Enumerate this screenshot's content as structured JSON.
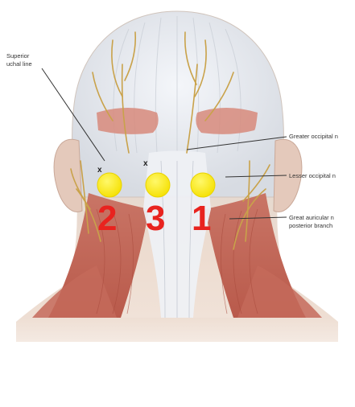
{
  "labels": {
    "superior_nuchal_line_1": "Superior",
    "superior_nuchal_line_2": "uchal line",
    "greater_occipital": "Greater occipital n",
    "lesser_occipital": "Lesser occipital n",
    "great_auricular_1": "Great auricular n",
    "great_auricular_2": "posterior branch"
  },
  "markers": [
    {
      "number": "2"
    },
    {
      "number": "3"
    },
    {
      "number": "1"
    }
  ],
  "x_marks": [
    "x",
    "x"
  ],
  "colors": {
    "marker_fill": "#ffee00",
    "number_color": "#e8231f",
    "nerve": "#c9a24a",
    "muscle": "#c46a5a"
  }
}
